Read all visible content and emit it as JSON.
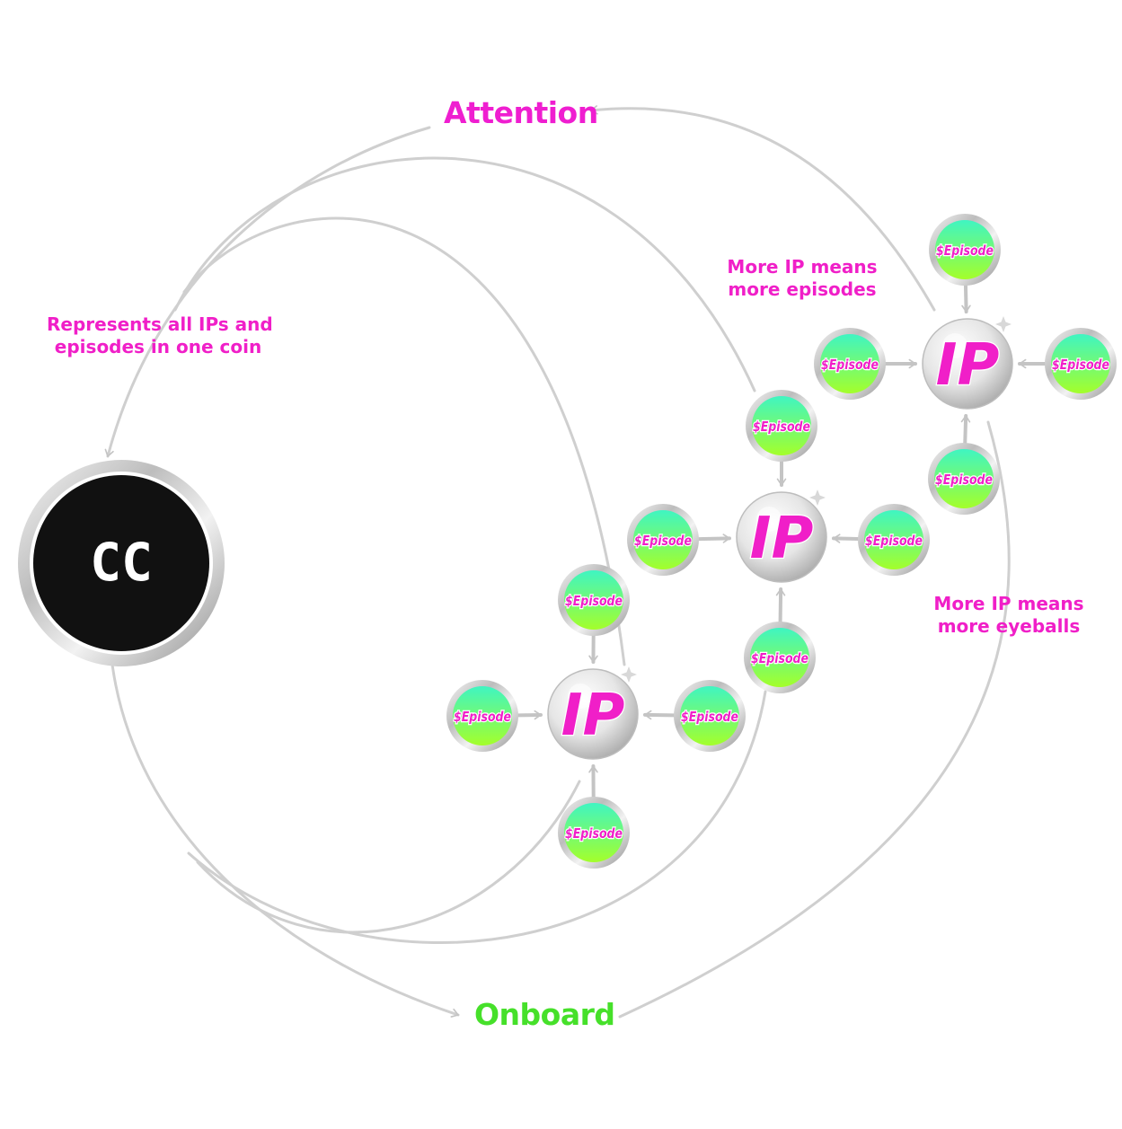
{
  "diagram": {
    "nodes": {
      "attention": {
        "label": "Attention",
        "color": "#ef1ed0"
      },
      "onboard": {
        "label": "Onboard",
        "color": "#46e02a"
      },
      "cc_coin": {
        "label": "CC"
      }
    },
    "annotations": {
      "represents": [
        "Represents all IPs and",
        "episodes in one coin"
      ],
      "more_episodes": [
        "More IP means",
        "more episodes"
      ],
      "more_eyeballs": [
        "More IP means",
        "more eyeballs"
      ]
    },
    "ip_clusters": [
      {
        "ip_label": "IP",
        "episodes": [
          "$Episode",
          "$Episode",
          "$Episode",
          "$Episode"
        ]
      },
      {
        "ip_label": "IP",
        "episodes": [
          "$Episode",
          "$Episode",
          "$Episode",
          "$Episode"
        ]
      },
      {
        "ip_label": "IP",
        "episodes": [
          "$Episode",
          "$Episode",
          "$Episode",
          "$Episode"
        ]
      }
    ],
    "colors": {
      "accent_magenta": "#f01fc8",
      "accent_green": "#46e02a",
      "episode_top": "#3ff5c2",
      "episode_bottom": "#9dff2e",
      "arrow_gray": "#c4c4c4"
    }
  }
}
